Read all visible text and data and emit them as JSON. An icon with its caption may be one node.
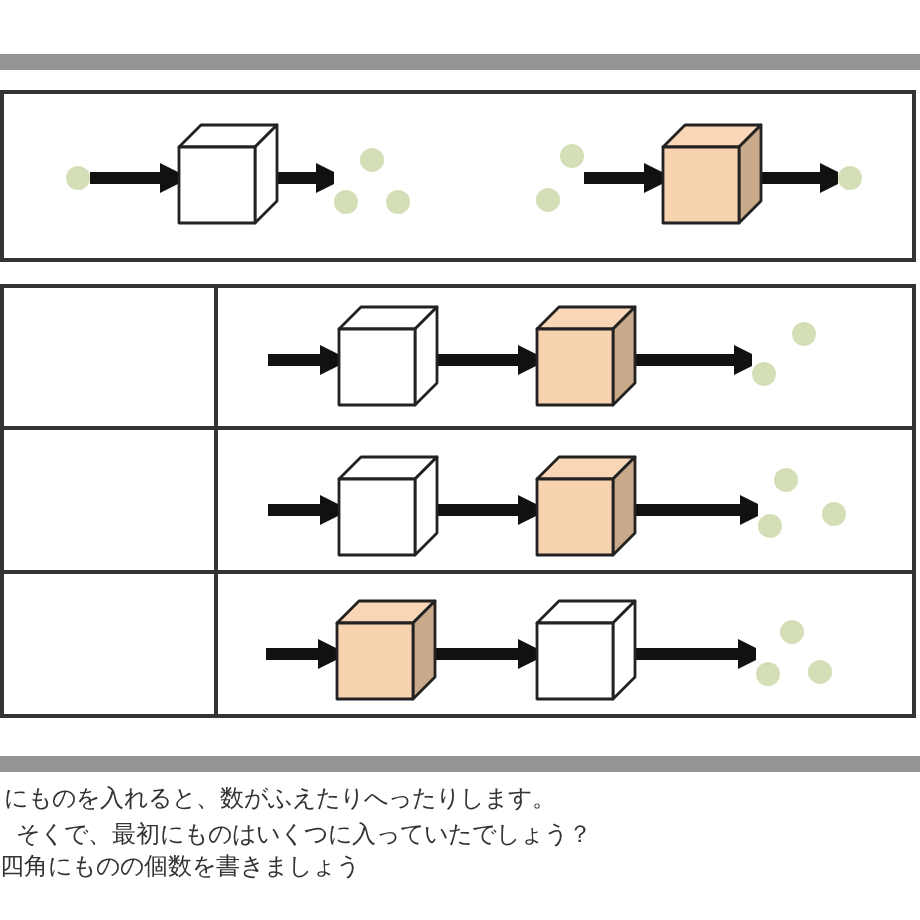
{
  "diagram": {
    "nodes": [
      {
        "text": [],
        "shape": "circle"
      },
      {
        "text": [],
        "shape": "cube"
      },
      {
        "text": [],
        "shape": "picture"
      },
      {
        "text": [],
        "shape": "picture"
      },
      {
        "text": [],
        "shape": "cube"
      },
      {
        "text": [],
        "shape": "circle"
      },
      {
        "text": [],
        "shape": "cube"
      },
      {
        "text": [],
        "shape": "cube"
      },
      {
        "text": [],
        "shape": "picture"
      },
      {
        "text": [],
        "shape": "cube"
      },
      {
        "text": [],
        "shape": "cube"
      },
      {
        "text": [],
        "shape": "picture"
      },
      {
        "text": [],
        "shape": "cube"
      },
      {
        "text": [],
        "shape": "cube"
      },
      {
        "text": [],
        "shape": "picture"
      }
    ],
    "edges": [
      {
        "from": 0,
        "to": 1,
        "arrow": "to"
      },
      {
        "from": 1,
        "to": 2,
        "arrow": "to"
      },
      {
        "from": 3,
        "to": 4,
        "arrow": "to"
      },
      {
        "from": 4,
        "to": 5,
        "arrow": "to"
      },
      {
        "from": null,
        "to": 6,
        "arrow": "to"
      },
      {
        "from": 6,
        "to": 7,
        "arrow": "to"
      },
      {
        "from": 7,
        "to": 8,
        "arrow": "to"
      },
      {
        "from": null,
        "to": 9,
        "arrow": "to"
      },
      {
        "from": 9,
        "to": 10,
        "arrow": "to"
      },
      {
        "from": 10,
        "to": 11,
        "arrow": "to"
      },
      {
        "from": null,
        "to": 12,
        "arrow": "to"
      },
      {
        "from": 12,
        "to": 13,
        "arrow": "to"
      },
      {
        "from": 13,
        "to": 14,
        "arrow": "to"
      }
    ],
    "labels": [
      "にものを入れると、数がふえたりへったりします。",
      "そくで、最初にものはいくつに入っていたでしょう？",
      "四角にものの個数を書きましょう"
    ]
  }
}
